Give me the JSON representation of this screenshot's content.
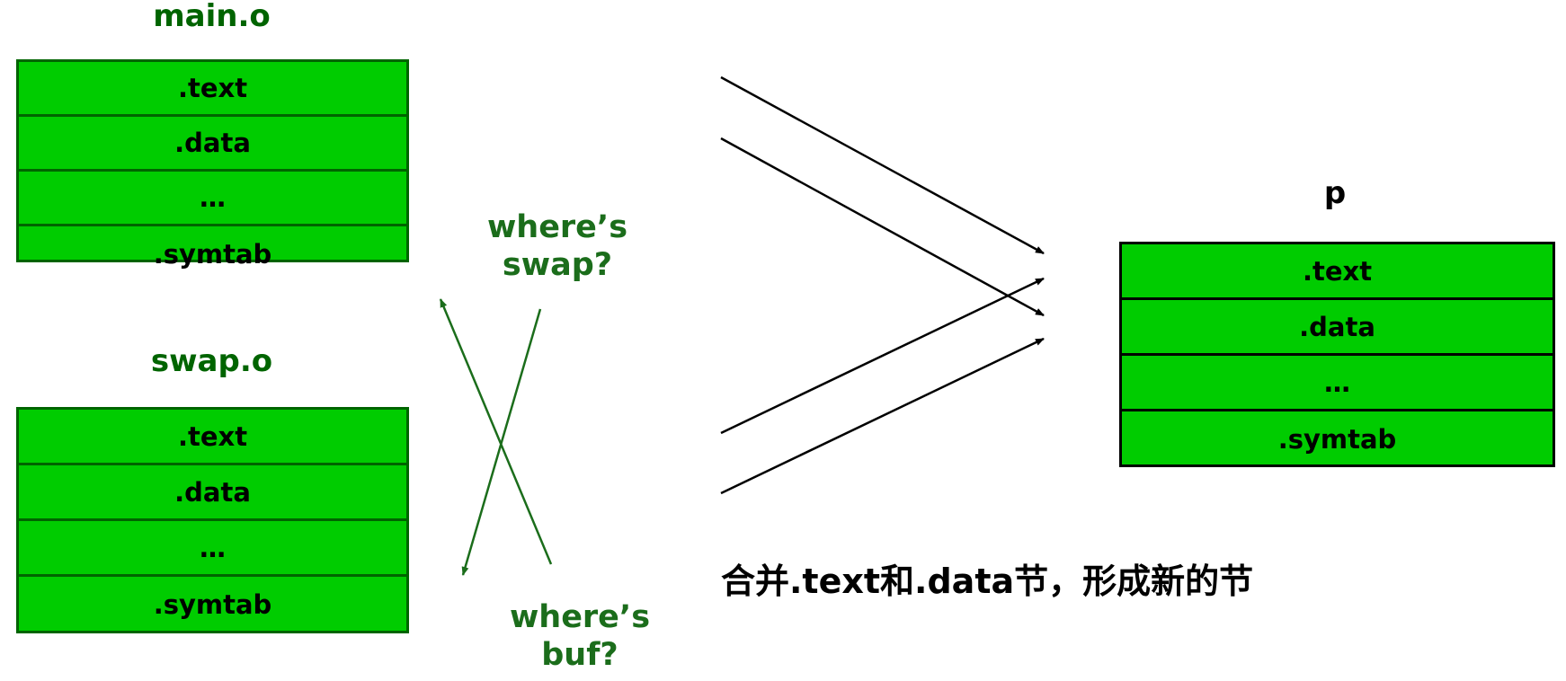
{
  "modules": {
    "main": {
      "title": "main.o",
      "sections": [
        ".text",
        ".data",
        "…",
        ".symtab"
      ]
    },
    "swap": {
      "title": "swap.o",
      "sections": [
        ".text",
        ".data",
        "…",
        ".symtab"
      ]
    },
    "output": {
      "title": "p",
      "sections": [
        ".text",
        ".data",
        "…",
        ".symtab"
      ]
    }
  },
  "questions": {
    "where_swap": {
      "line1": "where’s",
      "line2": "swap?"
    },
    "where_buf": {
      "line1": "where’s",
      "line2": "buf?"
    }
  },
  "caption": "合并.text和.data节，形成新的节",
  "colors": {
    "section_fill": "#00cc00",
    "module_border_green": "#006400",
    "question_green": "#1b6d1b",
    "title_green": "#006400",
    "arrow_black": "#000000"
  }
}
